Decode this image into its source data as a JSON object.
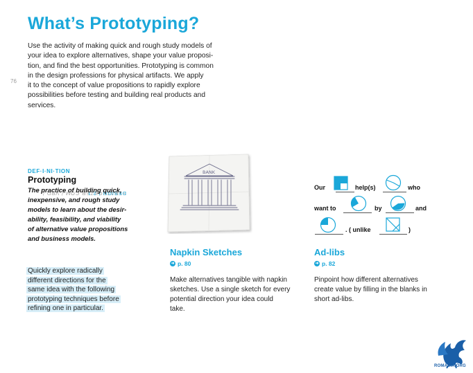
{
  "title": "What’s Prototyping?",
  "intro_lines": [
    "Use the activity of making quick and rough study models of",
    "your idea to explore alternatives, shape your value proposi-",
    "tion, and find the best opportunities. Prototyping is common",
    "in the design professions for physical artifacts. We apply",
    "it to the concept of value propositions to rapidly explore",
    "possibilities before testing and building real products and",
    "services."
  ],
  "page_number": "76",
  "side_label": {
    "left": "STRATEGYZER.COM / VPD / ",
    "right": "DESIGN / 2.1"
  },
  "definition": {
    "tag": "DEF·I·NI·TION",
    "term": "Prototyping",
    "lines": [
      "The practice of building quick,",
      "inexpensive, and rough study",
      "models to learn about the desir-",
      "ability, feasibility, and viability",
      "of alternative value propositions",
      "and business models."
    ]
  },
  "highlight_lines": [
    "Quickly explore radically",
    "different directions for the",
    "same idea with the following",
    "prototyping techniques before",
    "refining one in particular."
  ],
  "napkin": {
    "sketch_label": "BANK",
    "title": "Napkin Sketches",
    "ref": "p. 80",
    "body_lines": [
      "Make alternatives tangible with napkin",
      "sketches. Use a single sketch for every",
      "potential direction your idea could",
      "take."
    ]
  },
  "adlibs": {
    "title": "Ad-libs",
    "ref": "p. 82",
    "body_lines": [
      "Pinpoint how different alternatives",
      "create value by filling in the blanks in",
      "short ad-libs."
    ],
    "template": {
      "our": "Our",
      "helps": "help(s)",
      "who": "who",
      "want_to": "want to",
      "by": "by",
      "and": "and",
      "unlike": ".  ( unlike",
      "close": ")"
    }
  },
  "logo_text": "ROMASIA.ORG",
  "colors": {
    "accent": "#1aa7d9",
    "highlight": "#d7eef8",
    "logo": "#1a5fa8"
  }
}
